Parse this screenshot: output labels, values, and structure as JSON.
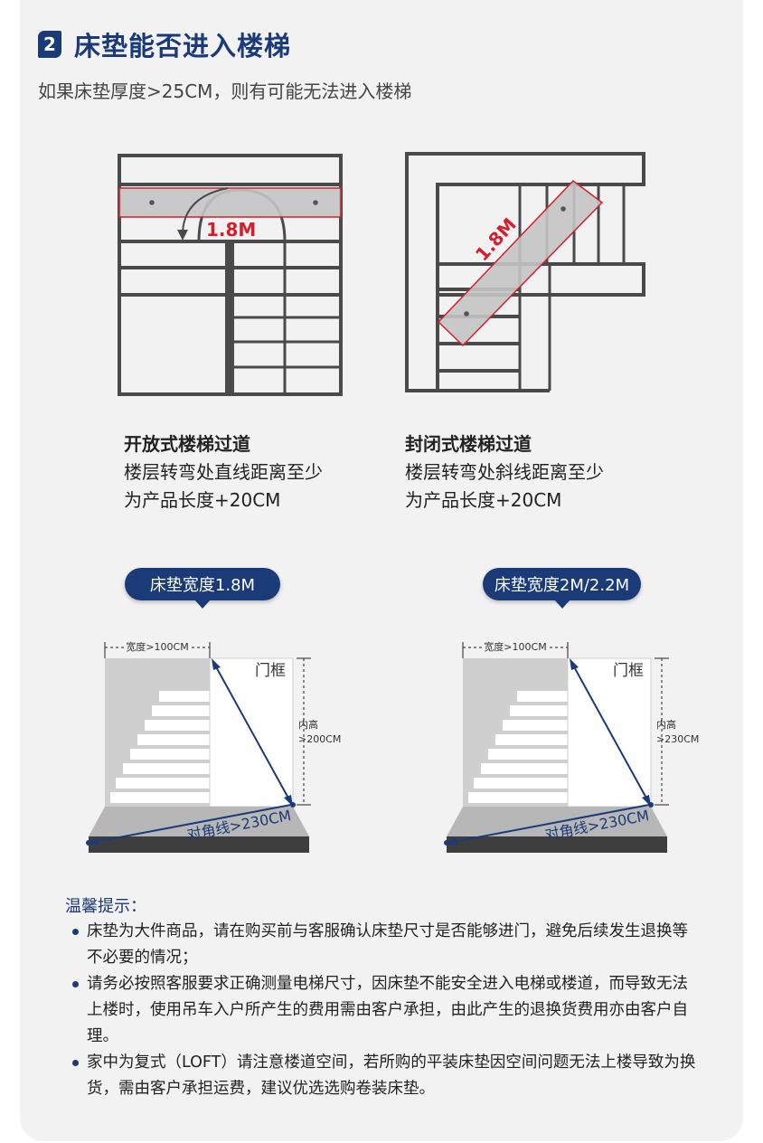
{
  "header": {
    "badge_number": "2",
    "title": "床垫能否进入楼梯",
    "subtitle": "如果床垫厚度>25CM，则有可能无法进入楼梯"
  },
  "stairs": [
    {
      "measure_label": "1.8M",
      "caption_title": "开放式楼梯过道",
      "caption_line1": "楼层转弯处直线距离至少",
      "caption_line2": "为产品长度+20CM"
    },
    {
      "measure_label": "1.8M",
      "caption_title": "封闭式楼梯过道",
      "caption_line1": "楼层转弯处斜线距离至少",
      "caption_line2": "为产品长度+20CM"
    }
  ],
  "doors": [
    {
      "pill_label": "床垫宽度1.8M",
      "width_label": "宽度>100CM",
      "frame_label": "门框",
      "height_label_line1": "内高",
      "height_label_line2": ">200CM",
      "diagonal_label": "对角线>230CM"
    },
    {
      "pill_label": "床垫宽度2M/2.2M",
      "width_label": "宽度>100CM",
      "frame_label": "门框",
      "height_label_line1": "内高",
      "height_label_line2": ">230CM",
      "diagonal_label": "对角线>230CM"
    }
  ],
  "tips": {
    "title": "温馨提示：",
    "items": [
      "床垫为大件商品，请在购买前与客服确认床垫尺寸是否能够进门，避免后续发生退换等不必要的情况；",
      "请务必按照客服要求正确测量电梯尺寸，因床垫不能安全进入电梯或楼道，而导致无法上楼时，使用吊车入户所产生的费用需由客户承担，由此产生的退换货费用亦由客户自理。",
      "家中为复式（LOFT）请注意楼道空间，若所购的平装床垫因空间问题无法上楼导致为换货，需由客户承担运费，建议优选选购卷装床垫。"
    ]
  },
  "colors": {
    "accent": "#1b3a78",
    "measure_red": "#d1202b",
    "arrow_blue": "#1b3a78",
    "wall": "#4a4a4a"
  }
}
